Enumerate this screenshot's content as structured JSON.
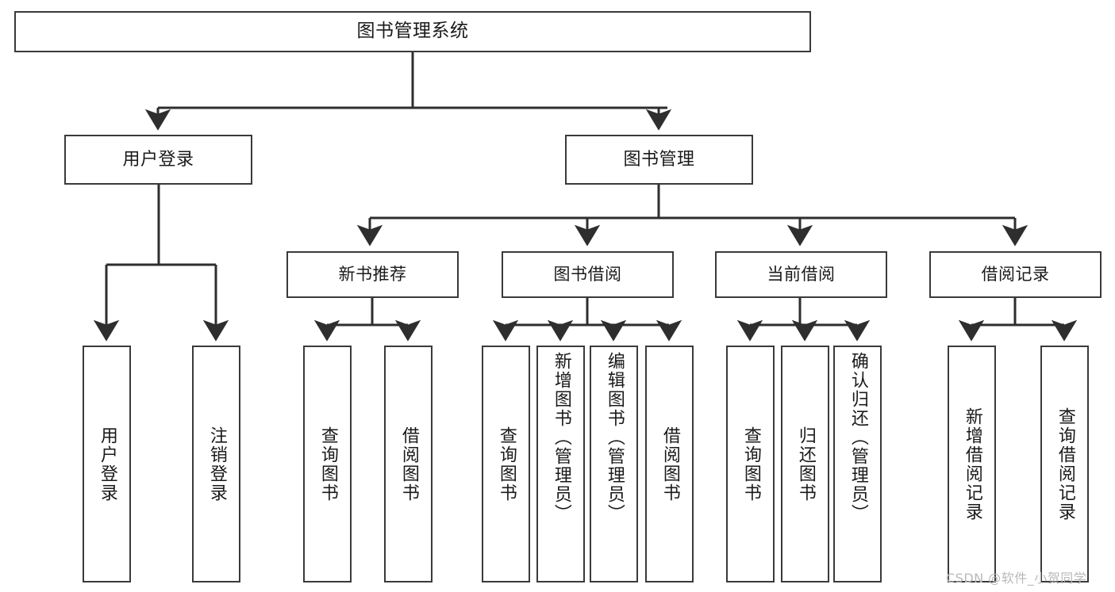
{
  "diagram": {
    "title": "图书管理系统",
    "type": "tree-hierarchy-chart",
    "watermark": "CSDN @软件_小贺同学",
    "colors": {
      "box_border": "#3a3a3a",
      "box_fill": "#ffffff",
      "edge": "#2e2e2e",
      "text": "#1a1a1a",
      "watermark": "#b9b9b9",
      "background": "#ffffff"
    }
  },
  "nodes": {
    "root": {
      "label": "图书管理系统"
    },
    "level2": [
      {
        "id": "user-login",
        "label": "用户登录"
      },
      {
        "id": "book-management",
        "label": "图书管理"
      }
    ],
    "level3": [
      {
        "id": "new-book-recommend",
        "label": "新书推荐"
      },
      {
        "id": "book-borrow",
        "label": "图书借阅"
      },
      {
        "id": "current-borrow",
        "label": "当前借阅"
      },
      {
        "id": "borrow-record",
        "label": "借阅记录"
      }
    ],
    "leaves": [
      {
        "id": "leaf-user-login",
        "label": "用户登录",
        "parent": "user-login"
      },
      {
        "id": "leaf-logout",
        "label": "注销登录",
        "parent": "user-login"
      },
      {
        "id": "leaf-query-book-1",
        "label": "查询图书",
        "parent": "new-book-recommend"
      },
      {
        "id": "leaf-borrow-book-1",
        "label": "借阅图书",
        "parent": "new-book-recommend"
      },
      {
        "id": "leaf-query-book-2",
        "label": "查询图书",
        "parent": "book-borrow"
      },
      {
        "id": "leaf-add-book",
        "label": "新增图书（管理员）",
        "parent": "book-borrow"
      },
      {
        "id": "leaf-edit-book",
        "label": "编辑图书（管理员）",
        "parent": "book-borrow"
      },
      {
        "id": "leaf-borrow-book-2",
        "label": "借阅图书",
        "parent": "book-borrow"
      },
      {
        "id": "leaf-query-book-3",
        "label": "查询图书",
        "parent": "current-borrow"
      },
      {
        "id": "leaf-return-book",
        "label": "归还图书",
        "parent": "current-borrow"
      },
      {
        "id": "leaf-confirm-return",
        "label": "确认归还（管理员）",
        "parent": "current-borrow"
      },
      {
        "id": "leaf-add-record",
        "label": "新增借阅记录",
        "parent": "borrow-record"
      },
      {
        "id": "leaf-query-record",
        "label": "查询借阅记录",
        "parent": "borrow-record"
      }
    ]
  }
}
